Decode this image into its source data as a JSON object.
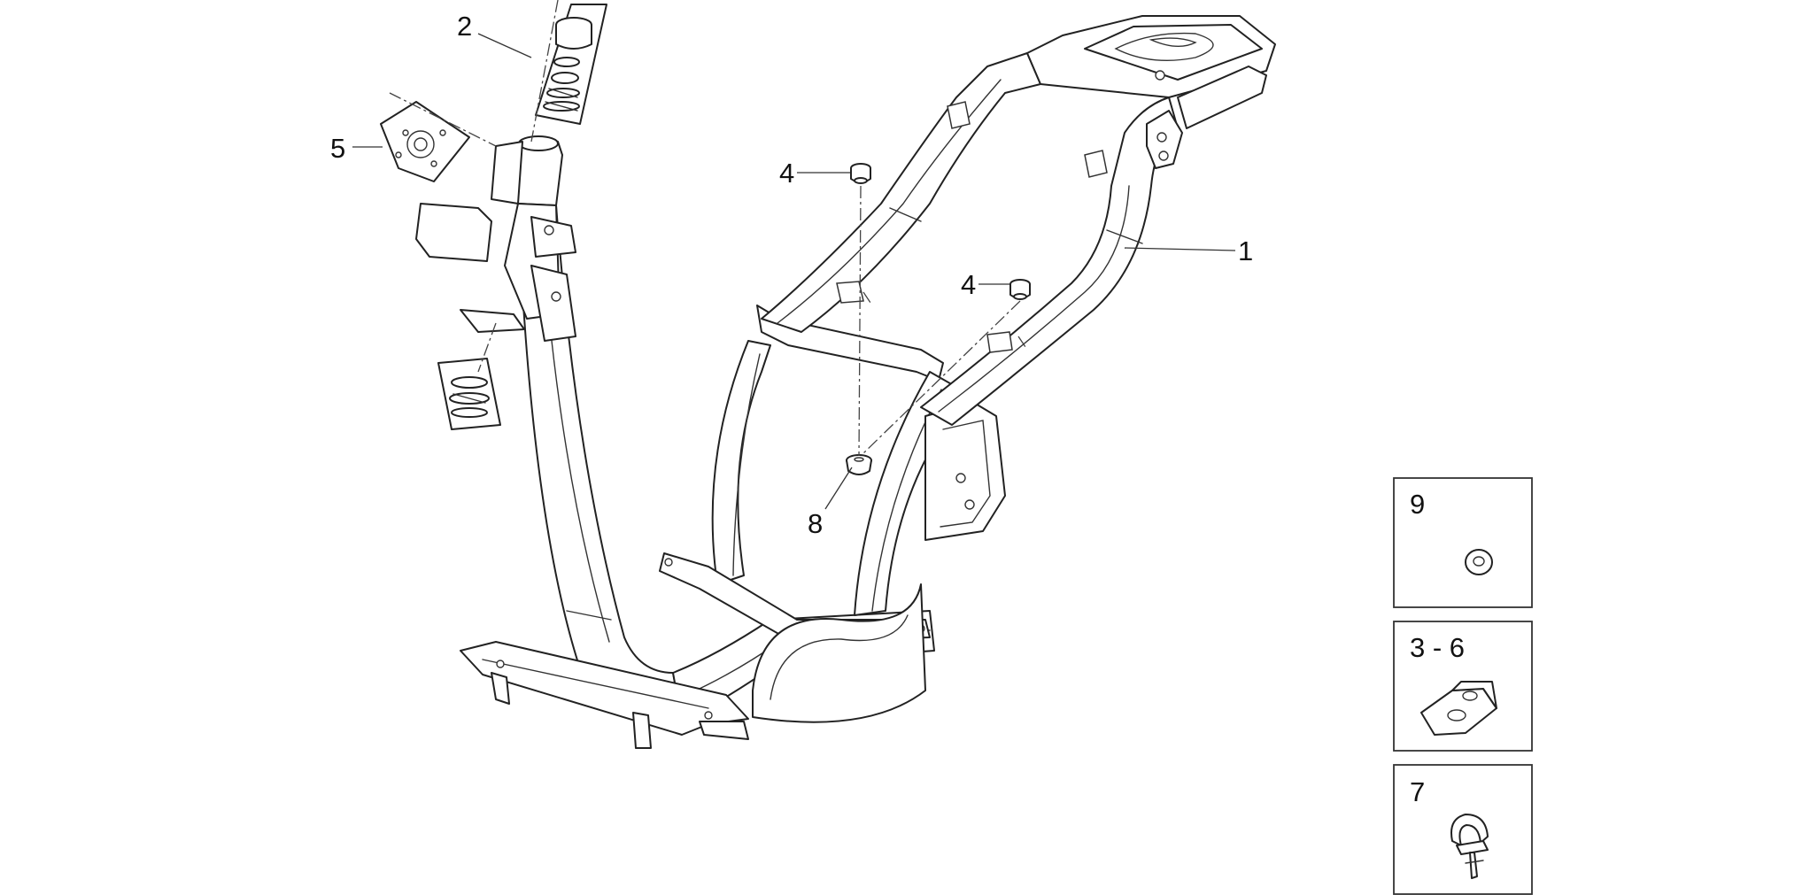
{
  "callouts": {
    "c1": "1",
    "c2": "2",
    "c4a": "4",
    "c4b": "4",
    "c5": "5",
    "c8": "8"
  },
  "inset_boxes": [
    {
      "label": "9",
      "icon": "washer-icon"
    },
    {
      "label": "3 - 6",
      "icon": "clip-nut-icon"
    },
    {
      "label": "7",
      "icon": "cable-clip-icon"
    }
  ],
  "colors": {
    "line": "#222222",
    "background": "#ffffff"
  }
}
